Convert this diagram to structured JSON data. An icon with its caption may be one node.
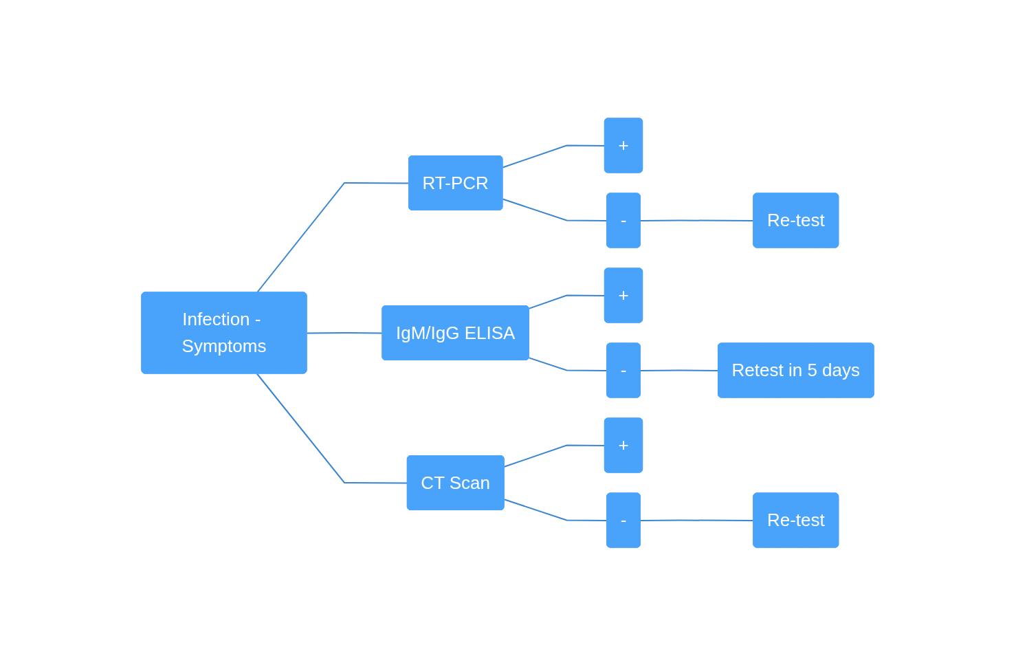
{
  "diagram": {
    "nodes": [
      {
        "text": [
          "Infection - Symptoms"
        ]
      },
      {
        "text": [
          "RT-PCR"
        ]
      },
      {
        "text": [
          "IgM/IgG ELISA"
        ]
      },
      {
        "text": [
          "CT Scan"
        ]
      },
      {
        "text": [
          "+"
        ]
      },
      {
        "text": [
          "-"
        ]
      },
      {
        "text": [
          "+"
        ]
      },
      {
        "text": [
          "-"
        ]
      },
      {
        "text": [
          "+"
        ]
      },
      {
        "text": [
          "-"
        ]
      },
      {
        "text": [
          "Re-test"
        ]
      },
      {
        "text": [
          "Retest in 5 days"
        ]
      },
      {
        "text": [
          "Re-test"
        ]
      }
    ],
    "edges": [
      {
        "from": 0,
        "to": 1,
        "arrow": "none"
      },
      {
        "from": 0,
        "to": 2,
        "arrow": "none"
      },
      {
        "from": 0,
        "to": 3,
        "arrow": "none"
      },
      {
        "from": 1,
        "to": 4,
        "arrow": "none"
      },
      {
        "from": 1,
        "to": 5,
        "arrow": "none"
      },
      {
        "from": 2,
        "to": 6,
        "arrow": "none"
      },
      {
        "from": 2,
        "to": 7,
        "arrow": "none"
      },
      {
        "from": 3,
        "to": 8,
        "arrow": "none"
      },
      {
        "from": 3,
        "to": 9,
        "arrow": "none"
      },
      {
        "from": 5,
        "to": 10,
        "arrow": "none"
      },
      {
        "from": 7,
        "to": 11,
        "arrow": "none"
      },
      {
        "from": 9,
        "to": 12,
        "arrow": "none"
      }
    ]
  }
}
